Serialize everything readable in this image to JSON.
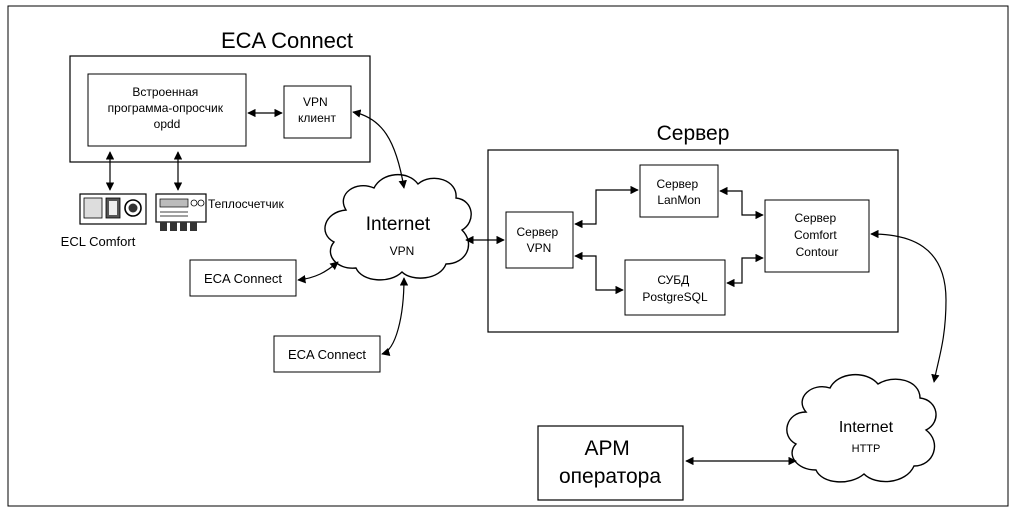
{
  "eca_connect_group": {
    "title": "ECA Connect",
    "poller_label": [
      "Встроенная",
      "программа-опросчик",
      "opdd"
    ],
    "vpn_client_label": [
      "VPN",
      "клиент"
    ]
  },
  "devices": {
    "ecl_comfort": "ECL Comfort",
    "heat_meter": "Теплосчетчик"
  },
  "internet_vpn": {
    "title": "Internet",
    "subtitle": "VPN"
  },
  "eca_connect_nodes": [
    "ECA Connect",
    "ECA Connect"
  ],
  "server_group": {
    "title": "Сервер",
    "server_vpn": [
      "Сервер",
      "VPN"
    ],
    "server_lanmon": [
      "Сервер",
      "LanMon"
    ],
    "dbms": [
      "СУБД",
      "PostgreSQL"
    ],
    "server_contour": [
      "Сервер",
      "Comfort",
      "Contour"
    ]
  },
  "internet_http": {
    "title": "Internet",
    "subtitle": "HTTP"
  },
  "operator_workstation": [
    "АРМ",
    "оператора"
  ]
}
